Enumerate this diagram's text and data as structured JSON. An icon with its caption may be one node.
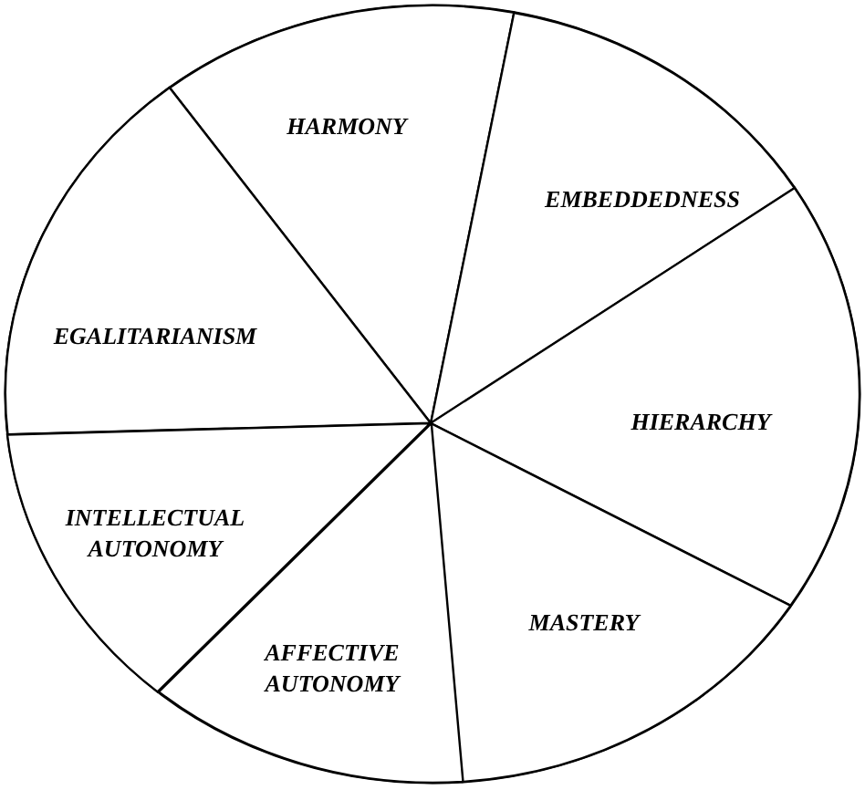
{
  "diagram": {
    "nodes": [
      {
        "text": [],
        "shape": "circle"
      },
      {
        "text": [
          "HARMONY"
        ],
        "in": 0
      },
      {
        "text": [
          "EMBEDDEDNESS"
        ],
        "in": 0
      },
      {
        "text": [
          "EGALITARIANISM"
        ],
        "in": 0
      },
      {
        "text": [
          "HIERARCHY"
        ],
        "in": 0
      },
      {
        "text": [
          "INTELLECTUAL AUTONOMY"
        ],
        "in": 0
      },
      {
        "text": [
          "MASTERY"
        ],
        "in": 0
      },
      {
        "text": [
          "AFFECTIVE AUTONOMY"
        ],
        "in": 0
      }
    ]
  }
}
